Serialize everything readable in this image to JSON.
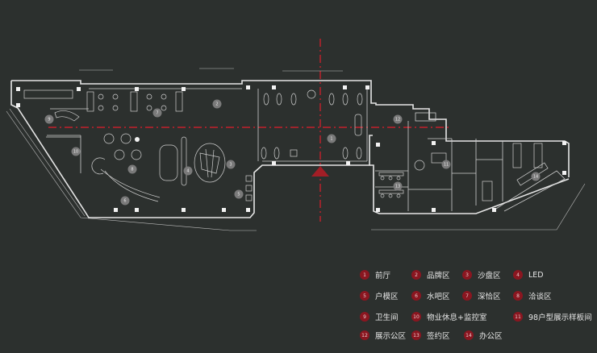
{
  "title": "Sales center floor plan",
  "colors": {
    "background": "#2c302e",
    "wall": "#e6e6e6",
    "axis": "#c4212b",
    "marker_plan": "#7a7a7a",
    "marker_legend": "#8a1620",
    "entrance": "#a31e26"
  },
  "plan_markers": [
    {
      "num": "1"
    },
    {
      "num": "2"
    },
    {
      "num": "3"
    },
    {
      "num": "4"
    },
    {
      "num": "5"
    },
    {
      "num": "6"
    },
    {
      "num": "7"
    },
    {
      "num": "8"
    },
    {
      "num": "9"
    },
    {
      "num": "10"
    },
    {
      "num": "11"
    },
    {
      "num": "12"
    },
    {
      "num": "13"
    },
    {
      "num": "14"
    }
  ],
  "entrance_icon": "triangle-entrance-icon",
  "legend": [
    {
      "num": "1",
      "label": "前厅"
    },
    {
      "num": "2",
      "label": "品牌区"
    },
    {
      "num": "3",
      "label": "沙盘区"
    },
    {
      "num": "4",
      "label": "LED"
    },
    {
      "num": "5",
      "label": "户模区"
    },
    {
      "num": "6",
      "label": "水吧区"
    },
    {
      "num": "7",
      "label": "深恰区"
    },
    {
      "num": "8",
      "label": "洽谈区"
    },
    {
      "num": "9",
      "label": "卫生间"
    },
    {
      "num": "10",
      "label": "物业休息+监控室"
    },
    {
      "num": "11",
      "label": "98户型展示样板间"
    },
    {
      "num": "12",
      "label": "展示公区"
    },
    {
      "num": "13",
      "label": "签约区"
    },
    {
      "num": "14",
      "label": "办公区"
    }
  ]
}
